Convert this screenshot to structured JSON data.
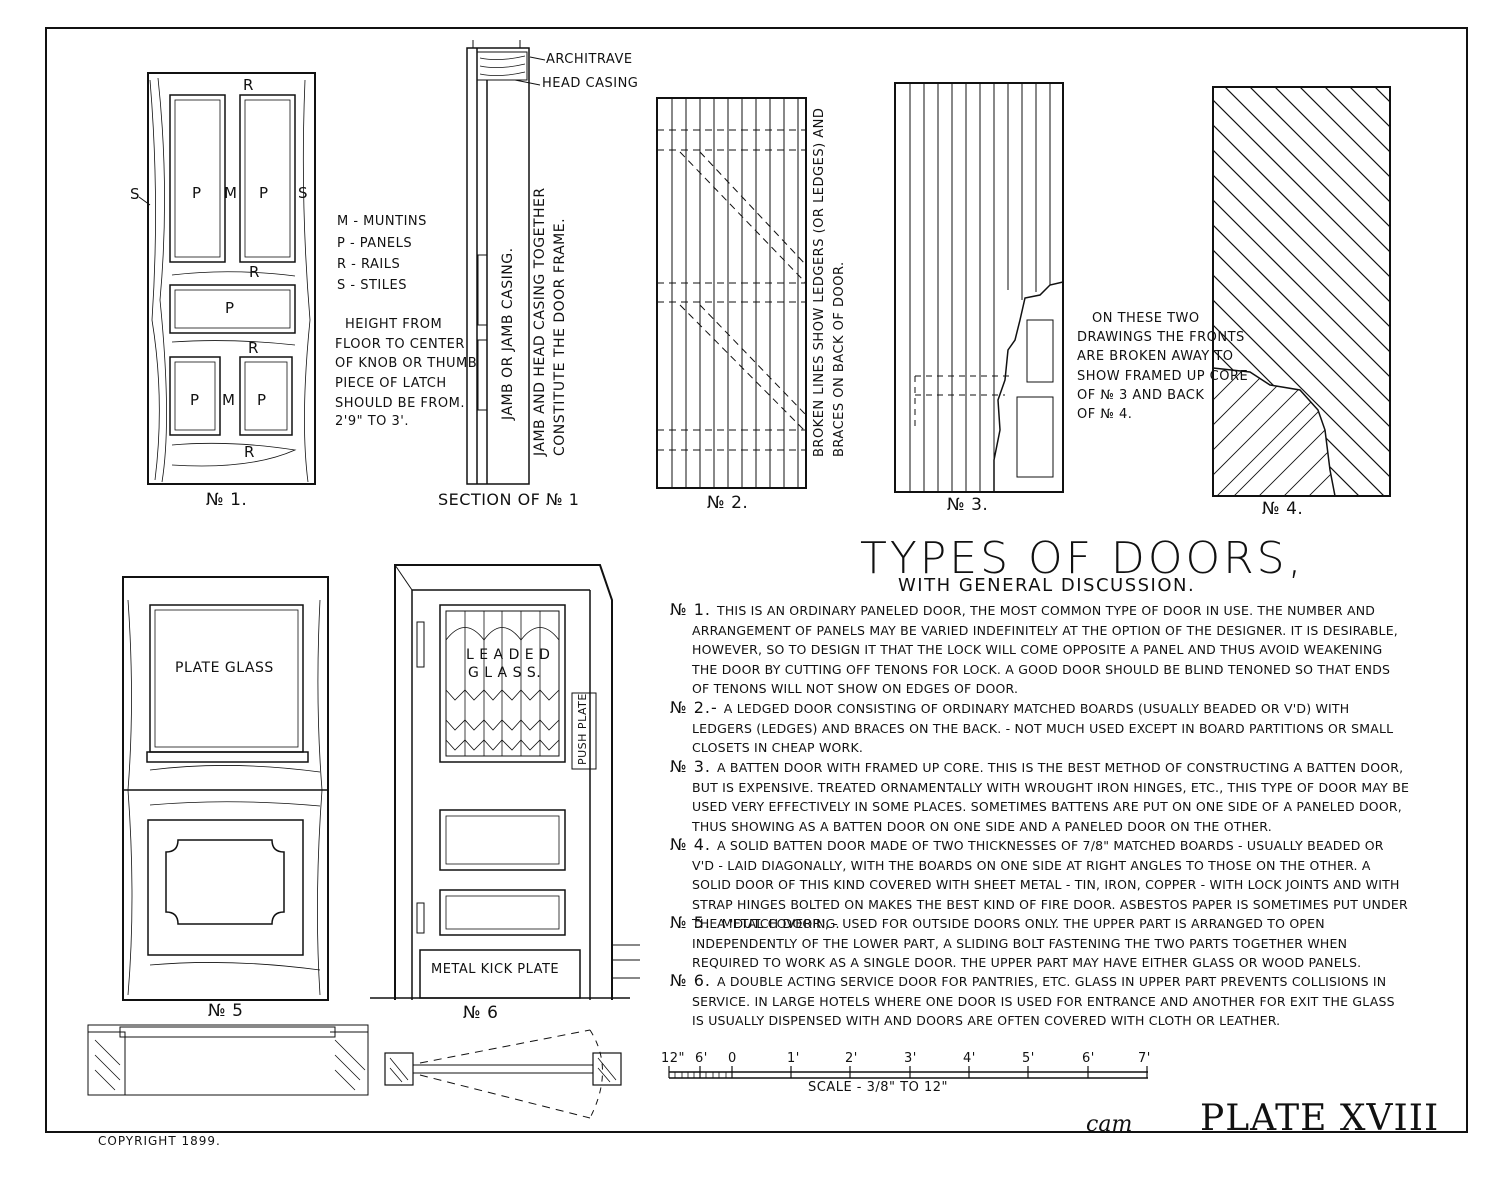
{
  "title": "TYPES OF DOORS,",
  "subtitle": "WITH GENERAL DISCUSSION.",
  "plate_label": "PLATE XVIII",
  "signature": "cam",
  "copyright": "COPYRIGHT 1899.",
  "door1": {
    "caption": "№ 1.",
    "labels": {
      "r": "R",
      "s": "S",
      "p": "P",
      "m": "M"
    },
    "legend": [
      "M - MUNTINS",
      "P - PANELS",
      "R - RAILS",
      "S - STILES"
    ],
    "height_note": [
      "HEIGHT FROM",
      "FLOOR TO CENTER",
      "OF KNOB OR THUMB",
      "PIECE OF LATCH",
      "SHOULD BE FROM.",
      "2'9\" TO 3'."
    ]
  },
  "section1": {
    "caption": "SECTION OF № 1",
    "architrave": "ARCHITRAVE",
    "head_casing": "HEAD CASING",
    "jamb": "JAMB OR JAMB CASING.",
    "frame_note_1": "JAMB AND HEAD CASING TOGETHER",
    "frame_note_2": "CONSTITUTE THE DOOR FRAME."
  },
  "door2": {
    "caption": "№ 2.",
    "note_1": "BROKEN LINES SHOW LEDGERS (OR LEDGES) AND",
    "note_2": "BRACES ON BACK OF DOOR."
  },
  "door3": {
    "caption": "№ 3."
  },
  "door4": {
    "caption": "№ 4."
  },
  "broken_note": [
    "ON THESE TWO",
    "DRAWINGS THE FRONTS",
    "ARE BROKEN AWAY TO",
    "SHOW FRAMED UP CORE",
    "OF № 3 AND BACK",
    "OF № 4."
  ],
  "door5": {
    "caption": "№ 5",
    "plate_glass": "PLATE GLASS"
  },
  "door6": {
    "caption": "№ 6",
    "leaded_1": "L E A D E D",
    "leaded_2": "G L A S S.",
    "push_plate": "PUSH PLATE",
    "kick_plate": "METAL KICK PLATE"
  },
  "discussion": [
    {
      "num": "№ 1.",
      "text": "THIS IS AN ORDINARY PANELED DOOR, THE MOST COMMON TYPE OF DOOR IN USE. THE NUMBER AND ARRANGEMENT OF PANELS MAY BE VARIED INDEFINITELY AT THE OPTION OF THE DESIGNER. IT IS DESIRABLE, HOWEVER, SO TO DESIGN IT THAT THE LOCK WILL COME OPPOSITE A PANEL AND THUS AVOID WEAKENING THE DOOR BY CUTTING OFF TENONS FOR LOCK. A GOOD DOOR SHOULD BE BLIND TENONED SO THAT ENDS OF TENONS WILL NOT SHOW ON EDGES OF DOOR."
    },
    {
      "num": "№ 2.-",
      "text": "A LEDGED DOOR CONSISTING OF ORDINARY MATCHED BOARDS (USUALLY BEADED OR V'D) WITH LEDGERS (LEDGES) AND BRACES ON THE BACK. - NOT MUCH USED EXCEPT IN BOARD PARTITIONS OR SMALL CLOSETS IN CHEAP WORK."
    },
    {
      "num": "№ 3.",
      "text": "A BATTEN DOOR WITH FRAMED UP CORE. THIS IS THE BEST METHOD OF CONSTRUCTING A BATTEN DOOR, BUT IS EXPENSIVE. TREATED ORNAMENTALLY WITH WROUGHT IRON HINGES, ETC., THIS TYPE OF DOOR MAY BE USED VERY EFFECTIVELY IN SOME PLACES. SOMETIMES BATTENS ARE PUT ON ONE SIDE OF A PANELED DOOR, THUS SHOWING AS A BATTEN DOOR ON ONE SIDE AND A PANELED DOOR ON THE OTHER."
    },
    {
      "num": "№ 4.",
      "text": "A SOLID BATTEN DOOR MADE OF TWO THICKNESSES OF 7/8\" MATCHED BOARDS - USUALLY BEADED OR V'D - LAID DIAGONALLY, WITH THE BOARDS ON ONE SIDE AT RIGHT ANGLES TO THOSE ON THE OTHER. A SOLID DOOR OF THIS KIND COVERED WITH SHEET METAL - TIN, IRON, COPPER - WITH LOCK JOINTS AND WITH STRAP HINGES BOLTED ON MAKES THE BEST KIND OF FIRE DOOR. ASBESTOS PAPER IS SOMETIMES PUT UNDER THE METAL COVERING."
    },
    {
      "num": "№ 5.",
      "text": "A 'DUTCH DOOR', - USED FOR OUTSIDE DOORS ONLY. THE UPPER PART IS ARRANGED TO OPEN INDEPENDENTLY OF THE LOWER PART, A SLIDING BOLT FASTENING THE TWO PARTS TOGETHER WHEN REQUIRED TO WORK AS A SINGLE DOOR. THE UPPER PART MAY HAVE EITHER GLASS OR WOOD PANELS."
    },
    {
      "num": "№ 6.",
      "text": "A DOUBLE ACTING SERVICE DOOR FOR PANTRIES, ETC. GLASS IN UPPER PART PREVENTS COLLISIONS IN SERVICE. IN LARGE HOTELS WHERE ONE DOOR IS USED FOR ENTRANCE AND ANOTHER FOR EXIT THE GLASS IS USUALLY DISPENSED WITH AND DOORS ARE OFTEN COVERED WITH CLOTH OR LEATHER."
    }
  ],
  "scale": {
    "ticks": [
      "12\"",
      "6'",
      "0",
      "1'",
      "2'",
      "3'",
      "4'",
      "5'",
      "6'",
      "7'"
    ],
    "label": "SCALE - 3/8\" TO 12\""
  }
}
